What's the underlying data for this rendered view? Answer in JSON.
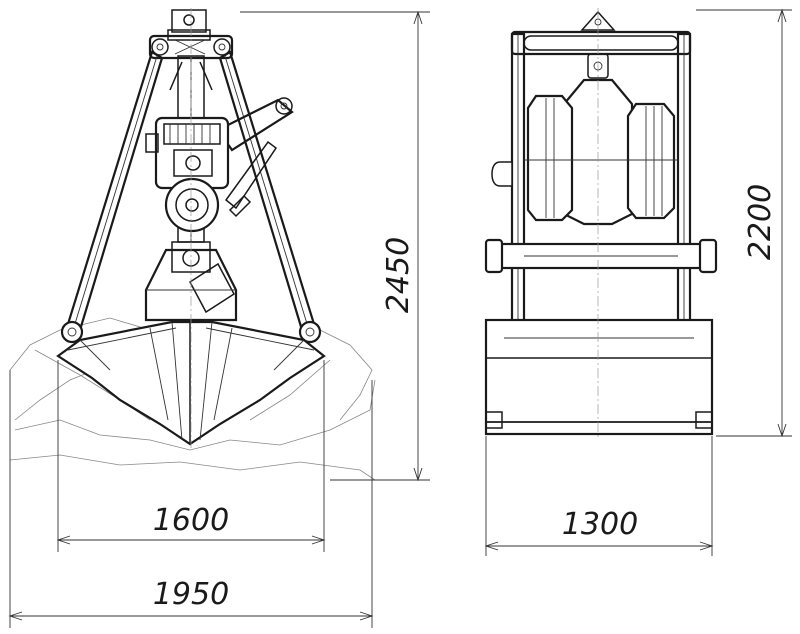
{
  "dimensions": {
    "inner_width": "1600",
    "outer_width": "1950",
    "front_height": "2450",
    "side_width": "1300",
    "side_height": "2200"
  }
}
